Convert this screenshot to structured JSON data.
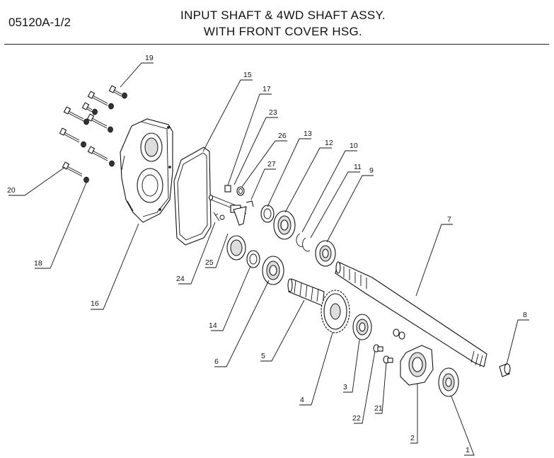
{
  "header": {
    "drawing_code": "05120A-1/2",
    "title_line1": "INPUT SHAFT & 4WD SHAFT ASSY.",
    "title_line2": "WITH FRONT COVER HSG."
  },
  "callouts": [
    "1",
    "2",
    "3",
    "4",
    "5",
    "6",
    "7",
    "8",
    "9",
    "10",
    "11",
    "12",
    "13",
    "14",
    "15",
    "16",
    "17",
    "18",
    "19",
    "20",
    "21",
    "22",
    "23",
    "24",
    "25",
    "26",
    "27"
  ]
}
